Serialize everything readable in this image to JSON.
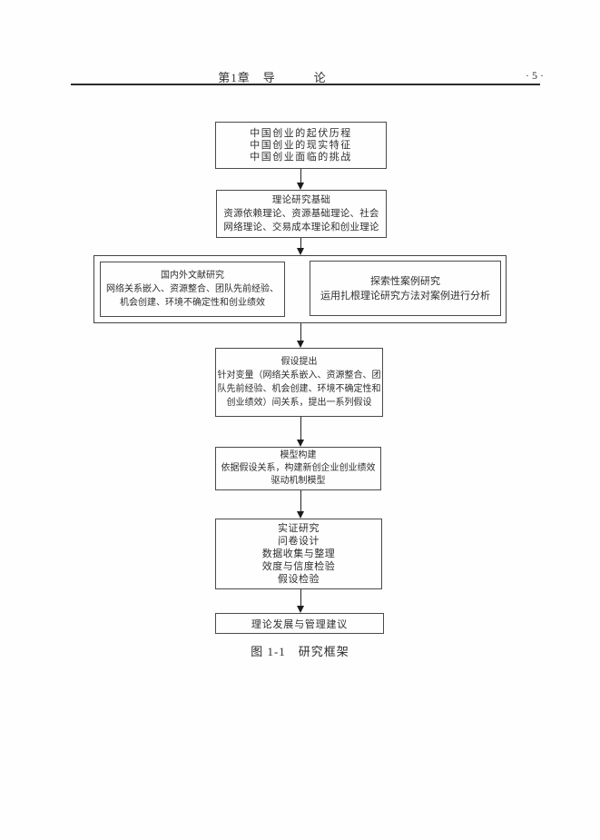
{
  "header": {
    "chapter_title": "第1章　导　　　论",
    "page_number": "· 5 ·"
  },
  "flowchart": {
    "background": {
      "lines": [
        "中国创业的起伏历程",
        "中国创业的现实特征",
        "中国创业面临的挑战"
      ]
    },
    "theory": {
      "lines": [
        "理论研究基础",
        "资源依赖理论、资源基础理论、社会",
        "网络理论、交易成本理论和创业理论"
      ]
    },
    "literature": {
      "lines": [
        "国内外文献研究",
        "网络关系嵌入、资源整合、团队先前经验、",
        "机会创建、环境不确定性和创业绩效"
      ]
    },
    "case_study": {
      "lines": [
        "探索性案例研究",
        "运用扎根理论研究方法对案例进行分析"
      ]
    },
    "hypothesis": {
      "lines": [
        "假设提出",
        "针对变量（网络关系嵌入、资源整合、团",
        "队先前经验、机会创建、环境不确定性和",
        "创业绩效）间关系，提出一系列假设"
      ]
    },
    "model": {
      "lines": [
        "模型构建",
        "依据假设关系，构建新创企业创业绩效",
        "驱动机制模型"
      ]
    },
    "empirical": {
      "lines": [
        "实证研究",
        "问卷设计",
        "数据收集与整理",
        "效度与信度检验",
        "假设检验"
      ]
    },
    "conclusion": {
      "lines": [
        "理论发展与管理建议"
      ]
    }
  },
  "figure_caption": "图 1-1　研究框架"
}
